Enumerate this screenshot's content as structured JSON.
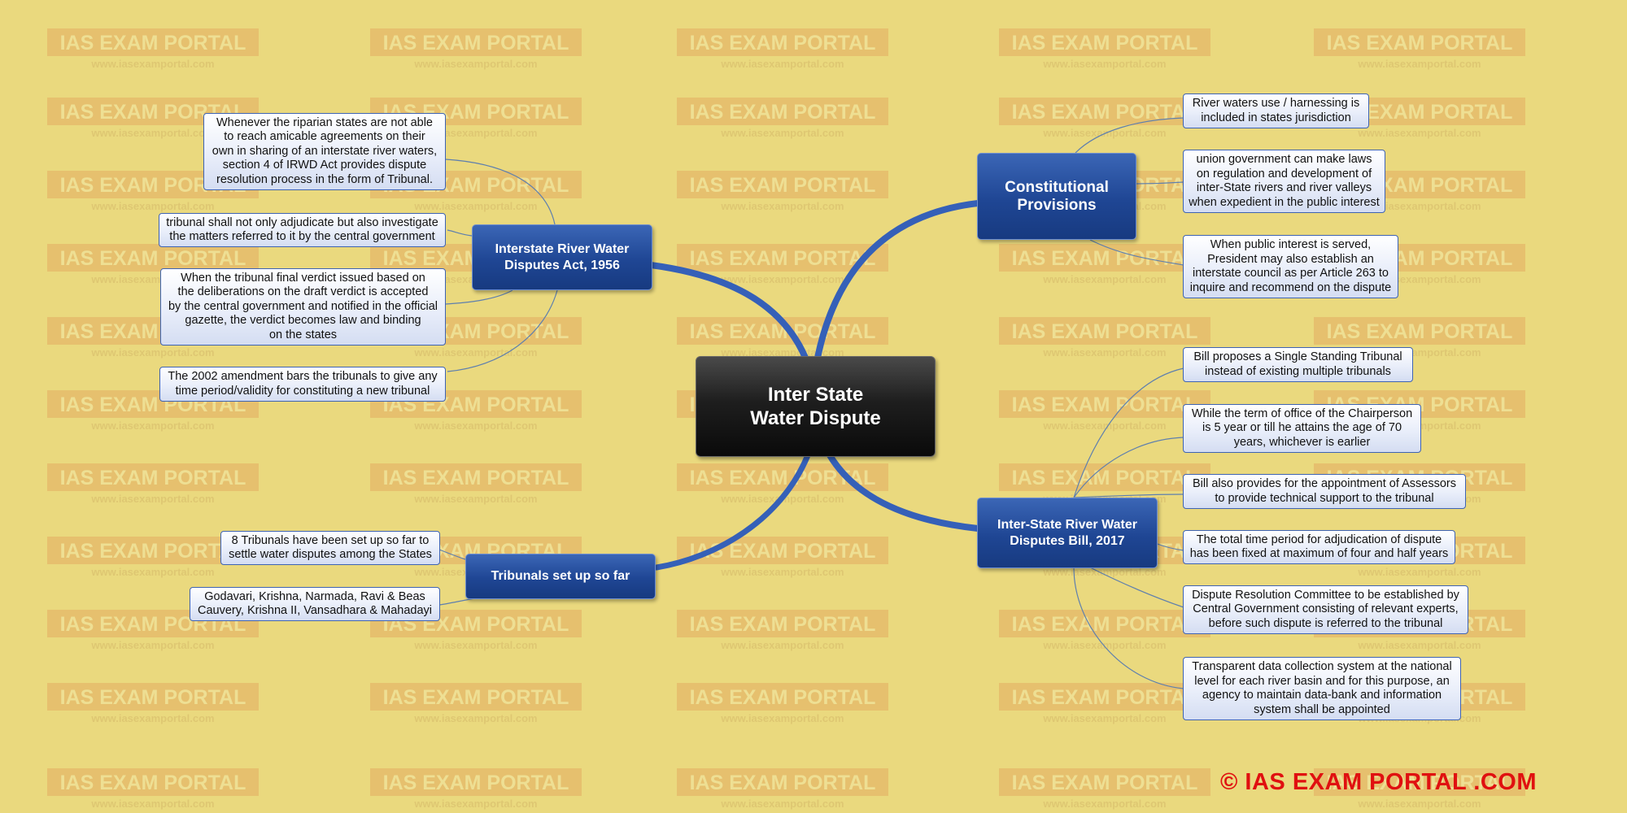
{
  "watermark": {
    "brand": "IAS EXAM PORTAL",
    "site": "www.iasexamportal.com"
  },
  "central": {
    "line1": "Inter State",
    "line2": "Water Dispute"
  },
  "branches": {
    "constitutional": {
      "line1": "Constitutional",
      "line2": "Provisions",
      "leaves": [
        {
          "lines": [
            "River waters use / harnessing is",
            "included in states jurisdiction"
          ]
        },
        {
          "lines": [
            "union government can make laws",
            "on regulation and development of",
            "inter-State rivers and river valleys",
            "when expedient in the public interest"
          ]
        },
        {
          "lines": [
            "When public interest is served,",
            "President may also establish an",
            "interstate council as per Article 263 to",
            "inquire and recommend on the dispute"
          ]
        }
      ]
    },
    "bill": {
      "line1": "Inter-State River Water",
      "line2": "Disputes Bill, 2017",
      "leaves": [
        {
          "lines": [
            "Bill proposes a Single Standing Tribunal",
            "instead of existing multiple tribunals"
          ]
        },
        {
          "lines": [
            "While the term of office of the Chairperson",
            "is 5 year or till he attains the age of 70",
            "years, whichever is earlier"
          ]
        },
        {
          "lines": [
            "Bill also provides for the appointment of Assessors",
            "to provide technical support to the tribunal"
          ]
        },
        {
          "lines": [
            "The total time period for adjudication of dispute",
            "has been fixed at maximum of four and half years"
          ]
        },
        {
          "lines": [
            "Dispute Resolution Committee to be established by",
            "Central Government consisting of relevant experts,",
            "before such dispute is referred to the tribunal"
          ]
        },
        {
          "lines": [
            "Transparent data collection system at the national",
            "level for each river basin and for this purpose, an",
            "agency to maintain data-bank and information",
            "system shall be appointed"
          ]
        }
      ]
    },
    "act": {
      "line1": "Interstate River Water",
      "line2": "Disputes Act, 1956",
      "leaves": [
        {
          "lines": [
            "Whenever the riparian states are not able",
            "to reach amicable agreements on their",
            "own in sharing of an interstate river waters,",
            "section 4 of IRWD Act provides dispute",
            "resolution process in the form of Tribunal."
          ]
        },
        {
          "lines": [
            "tribunal shall not only adjudicate but also investigate",
            "the matters referred to it by the central government"
          ]
        },
        {
          "lines": [
            "When the tribunal final verdict issued based on",
            "the deliberations on the draft verdict is accepted",
            "by the central government and notified in the official",
            "gazette, the verdict becomes law and binding",
            "on the states"
          ]
        },
        {
          "lines": [
            "The 2002 amendment bars the tribunals to give any",
            "time period/validity for constituting a new tribunal"
          ]
        }
      ]
    },
    "tribunals": {
      "line1": "Tribunals set up so far",
      "leaves": [
        {
          "lines": [
            "8 Tribunals have been set up so far to",
            "settle water disputes among the States"
          ]
        },
        {
          "lines": [
            "Godavari, Krishna, Narmada, Ravi & Beas",
            "Cauvery, Krishna II, Vansadhara & Mahadayi"
          ]
        }
      ]
    }
  },
  "copyright": "© IAS EXAM PORTAL .COM",
  "colors": {
    "background": "#ead97e",
    "branch": "#1f4694",
    "connector": "#3560b8",
    "copyright": "#e01010"
  }
}
